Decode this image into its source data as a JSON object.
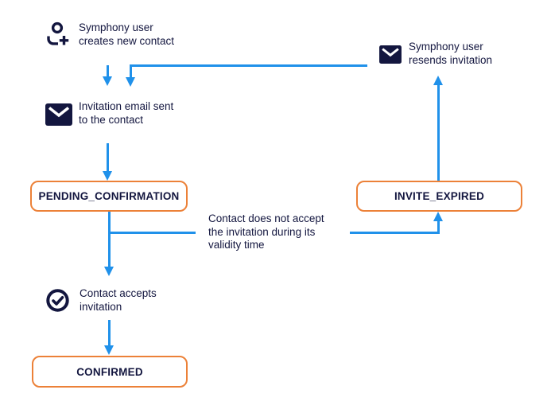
{
  "colors": {
    "arrow": "#2091ea",
    "border": "#ec8138",
    "ink": "#13163f",
    "bg": "#ffffff"
  },
  "labels": {
    "create_contact": "Symphony user\ncreates new contact",
    "email_sent": "Invitation email sent\nto the contact",
    "resend": "Symphony user\nresends invitation",
    "not_accepted": "Contact does not accept\nthe invitation during its\nvalidity time",
    "accept": "Contact accepts\ninvitation"
  },
  "states": {
    "pending": "PENDING_CONFIRMATION",
    "expired": "INVITE_EXPIRED",
    "confirmed": "CONFIRMED"
  },
  "icons": {
    "create_contact": "person-add-icon",
    "email_sent": "email-icon",
    "resend": "email-icon",
    "accept": "check-circle-icon"
  }
}
